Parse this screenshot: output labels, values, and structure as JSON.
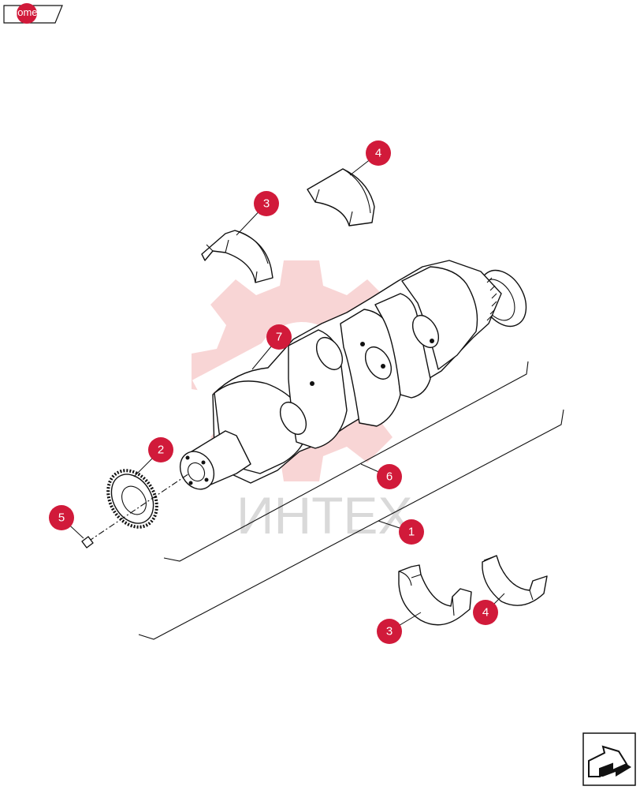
{
  "home_button": {
    "label": "home"
  },
  "watermark": {
    "text": "ИНТЕХ"
  },
  "callouts": [
    {
      "id": "c4-top",
      "label": "4"
    },
    {
      "id": "c3-top",
      "label": "3"
    },
    {
      "id": "c7",
      "label": "7"
    },
    {
      "id": "c2",
      "label": "2"
    },
    {
      "id": "c5",
      "label": "5"
    },
    {
      "id": "c6",
      "label": "6"
    },
    {
      "id": "c1",
      "label": "1"
    },
    {
      "id": "c3-bottom",
      "label": "3"
    },
    {
      "id": "c4-bottom",
      "label": "4"
    }
  ],
  "colors": {
    "callout": "#d11a3a",
    "watermark": "#f3b3b3",
    "line": "#111111"
  },
  "nav_icon": "next-page-arrow-icon"
}
